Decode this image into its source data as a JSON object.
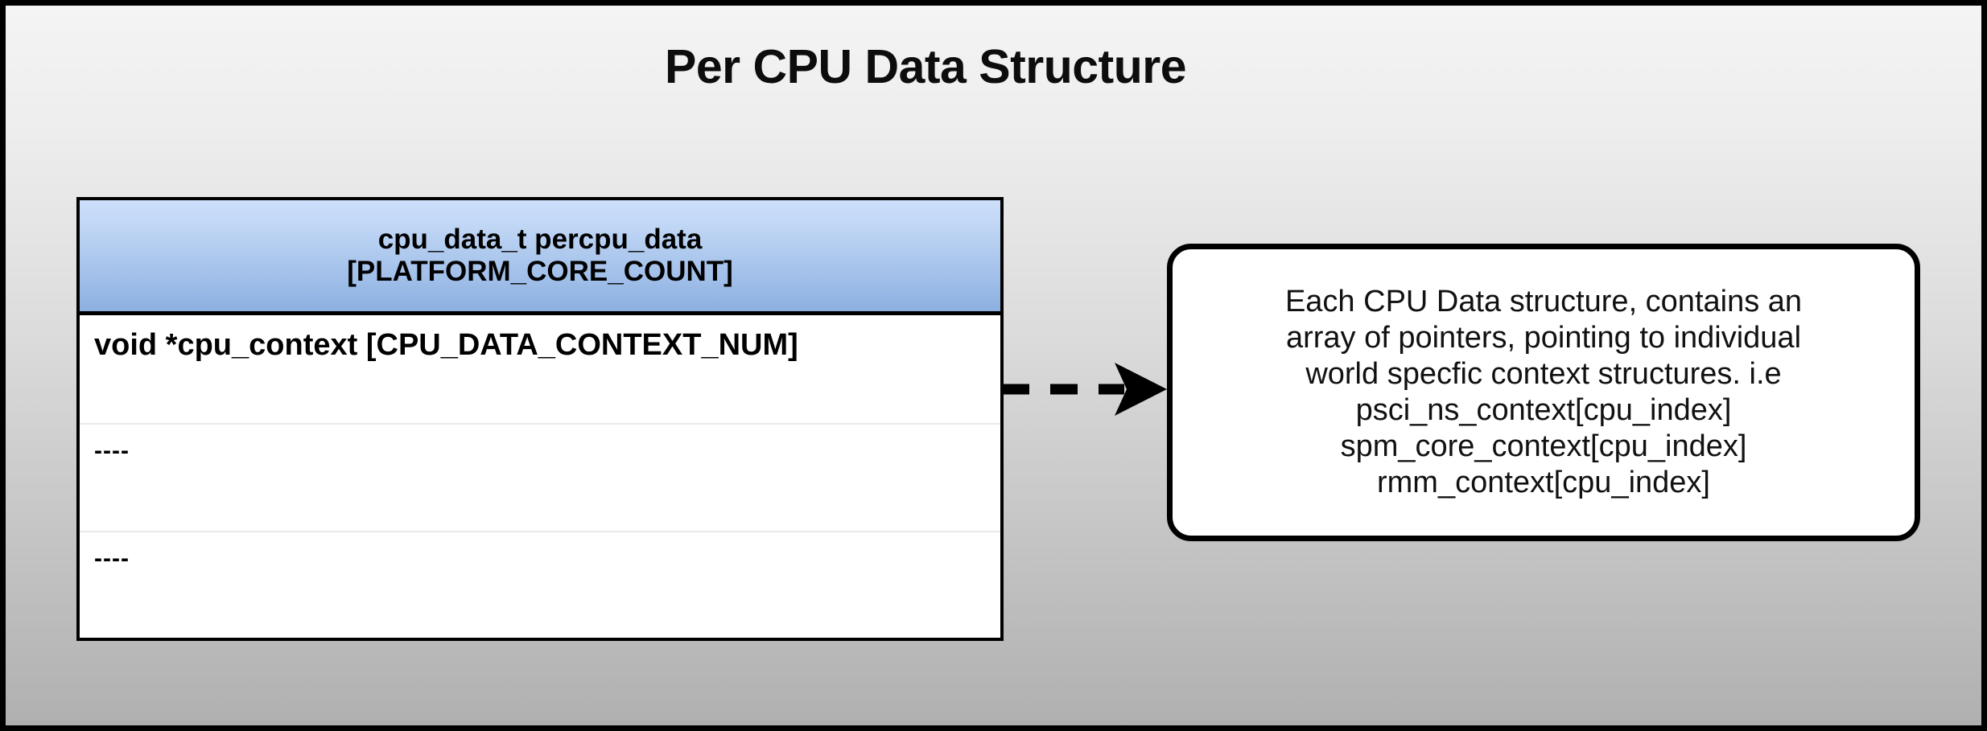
{
  "title": "Per CPU Data Structure",
  "struct_table": {
    "header_lines": [
      "cpu_data_t percpu_data",
      "[PLATFORM_CORE_COUNT]"
    ],
    "rows": [
      {
        "text": "void *cpu_context [CPU_DATA_CONTEXT_NUM]"
      },
      {
        "text": "----"
      },
      {
        "text": "----"
      }
    ]
  },
  "connector": {
    "icon": "dashed-arrow-right-icon",
    "style": "dashed",
    "color": "#000000"
  },
  "note_callout": {
    "lines": [
      "Each CPU Data structure, contains an",
      "array of pointers, pointing to individual",
      "world specfic context structures. i.e",
      "psci_ns_context[cpu_index]",
      "spm_core_context[cpu_index]",
      "rmm_context[cpu_index]"
    ]
  },
  "colors": {
    "header_gradient_top": "#ccdffa",
    "header_gradient_bottom": "#8cb0e1",
    "background_top": "#f4f4f4",
    "background_bottom": "#b0b0b0",
    "border": "#000000",
    "row_divider": "#e9e9e9"
  }
}
